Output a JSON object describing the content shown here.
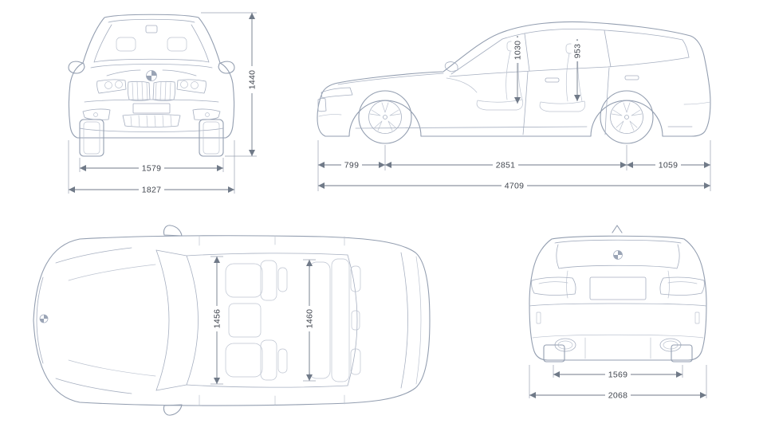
{
  "colors": {
    "background": "#ffffff",
    "body_line": "#939eb0",
    "dimension_line": "#707a88",
    "text": "#41464f"
  },
  "views": {
    "front": {
      "height": "1440",
      "track_width": "1579",
      "overall_width": "1827"
    },
    "side": {
      "front_headroom": "1030",
      "rear_headroom": "953",
      "front_overhang": "799",
      "wheelbase": "2851",
      "rear_overhang": "1059",
      "overall_length": "4709"
    },
    "top": {
      "front_interior_width": "1456",
      "rear_interior_width": "1460"
    },
    "rear": {
      "rear_track": "1569",
      "overall_width": "2068"
    }
  }
}
